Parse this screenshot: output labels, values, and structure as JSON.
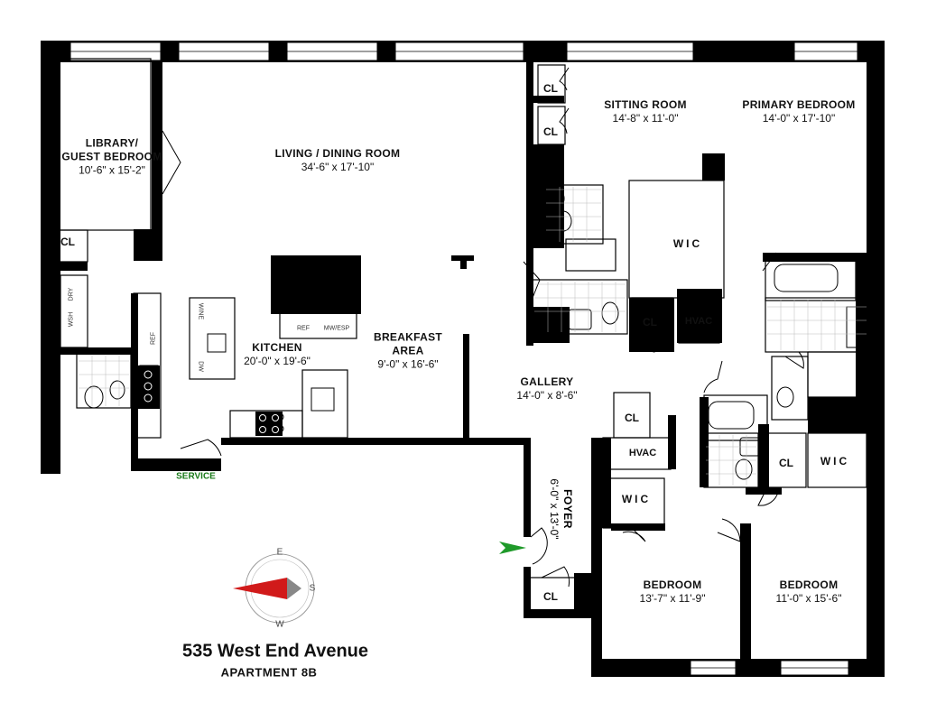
{
  "rooms": {
    "library": {
      "name_line1": "LIBRARY/",
      "name_line2": "GUEST BEDROOM",
      "dims": "10'-6\" x 15'-2\""
    },
    "living": {
      "name": "LIVING / DINING ROOM",
      "dims": "34'-6\" x 17'-10\""
    },
    "sitting": {
      "name": "SITTING ROOM",
      "dims": "14'-8\" x 11'-0\""
    },
    "primary": {
      "name": "PRIMARY BEDROOM",
      "dims": "14'-0\" x 17'-10\""
    },
    "kitchen": {
      "name": "KITCHEN",
      "dims": "20'-0\" x 19'-6\""
    },
    "breakfast": {
      "name_line1": "BREAKFAST",
      "name_line2": "AREA",
      "dims": "9'-0\" x 16'-6\""
    },
    "gallery": {
      "name": "GALLERY",
      "dims": "14'-0\" x 8'-6\""
    },
    "foyer": {
      "name": "FOYER",
      "dims": "6'-0\" x 13'-0\""
    },
    "bedroom1": {
      "name": "BEDROOM",
      "dims": "13'-7\" x 11'-9\""
    },
    "bedroom2": {
      "name": "BEDROOM",
      "dims": "11'-0\" x 15'-6\""
    }
  },
  "small_labels": {
    "cl": "CL",
    "wic": "WIC",
    "hvac": "HVAC",
    "service": "SERVICE"
  },
  "appliances": {
    "ref": "REF",
    "mw": "MW/ESP",
    "wine": "WINE",
    "dw": "DW",
    "dry": "DRY",
    "wsh": "WSH"
  },
  "compass": {
    "e": "E",
    "s": "S",
    "w": "W"
  },
  "title": "535 West End Avenue",
  "subtitle": "APARTMENT 8B"
}
